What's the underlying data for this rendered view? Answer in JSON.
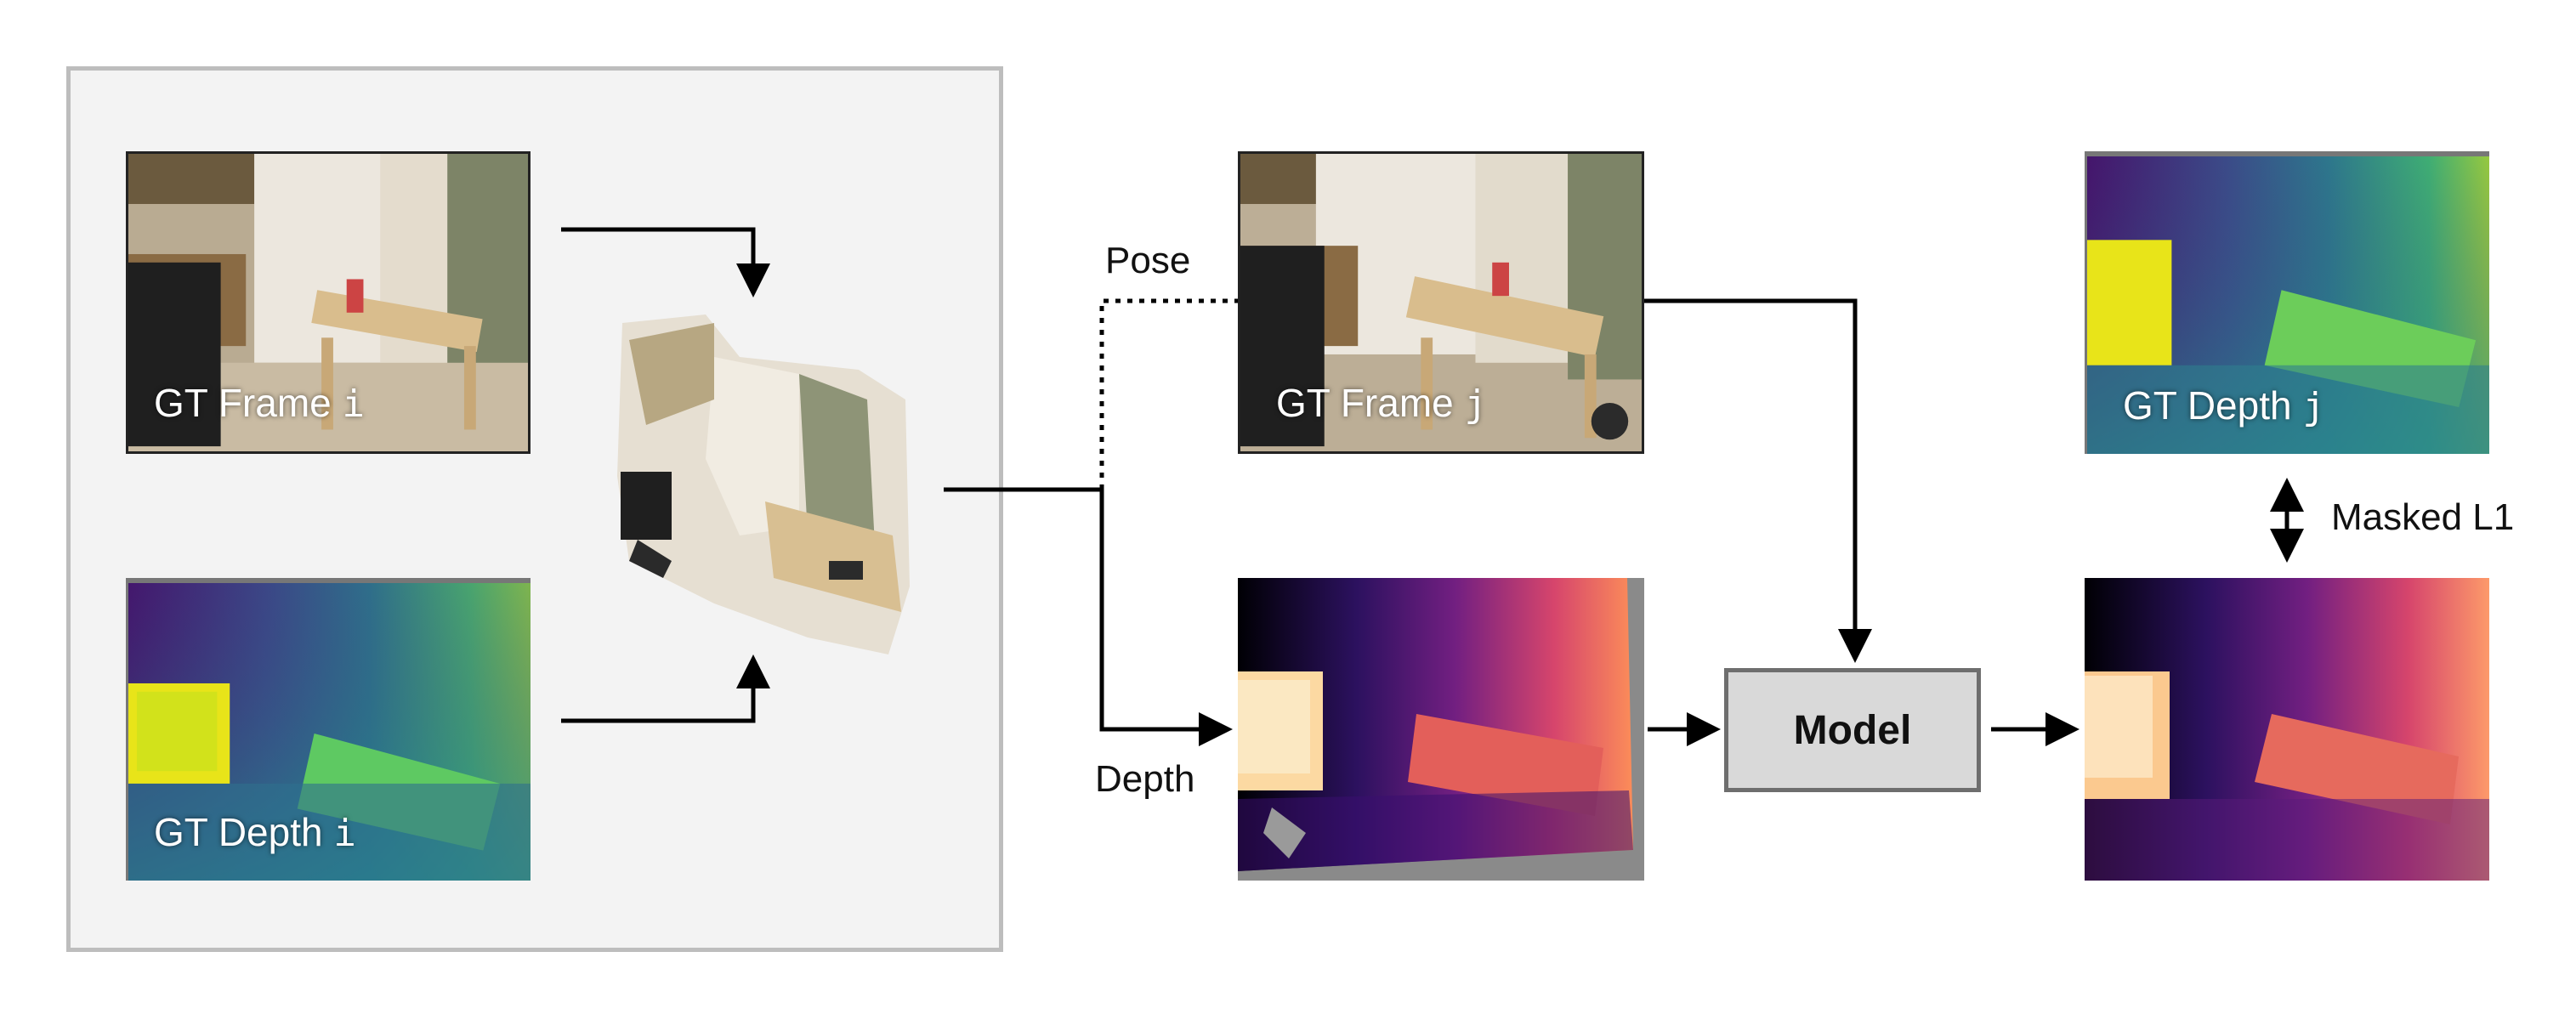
{
  "labels": {
    "gt_frame_i": "GT Frame",
    "gt_frame_i_idx": "i",
    "gt_depth_i": "GT Depth",
    "gt_depth_i_idx": "i",
    "gt_frame_j": "GT Frame",
    "gt_frame_j_idx": "j",
    "gt_depth_j": "GT Depth",
    "gt_depth_j_idx": "j",
    "pose": "Pose",
    "depth": "Depth",
    "model": "Model",
    "masked_l1": "Masked L1"
  },
  "colors": {
    "panel_bg": "#f3f3f3",
    "panel_border": "#bdbdbd",
    "model_fill": "#d9d9d9",
    "model_border": "#6e6e6e",
    "arrow": "#000000"
  }
}
